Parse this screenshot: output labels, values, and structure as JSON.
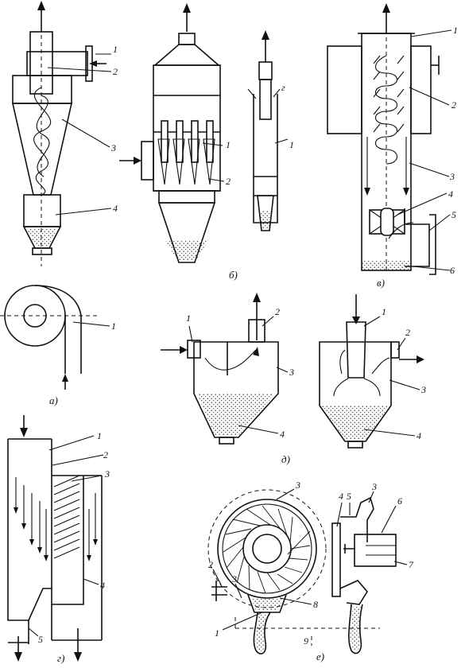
{
  "figure": {
    "caption_a": "а)",
    "caption_b": "б)",
    "caption_v": "в)",
    "caption_g": "г)",
    "caption_d": "д)",
    "caption_e": "е)",
    "flow_label_g": "г"
  },
  "labels": {
    "a": [
      "1",
      "2",
      "3",
      "4"
    ],
    "a_plan": [
      "1"
    ],
    "b": [
      "1",
      "2"
    ],
    "b_element": [
      "1"
    ],
    "v": [
      "1",
      "2",
      "3",
      "4",
      "5",
      "6"
    ],
    "d_left": [
      "1",
      "2",
      "3",
      "4"
    ],
    "d_right": [
      "1",
      "2",
      "3",
      "4"
    ],
    "g": [
      "1",
      "2",
      "3",
      "4",
      "5"
    ],
    "e": [
      "1",
      "2",
      "3",
      "3",
      "3",
      "4",
      "5",
      "6",
      "7",
      "8",
      "9"
    ]
  }
}
